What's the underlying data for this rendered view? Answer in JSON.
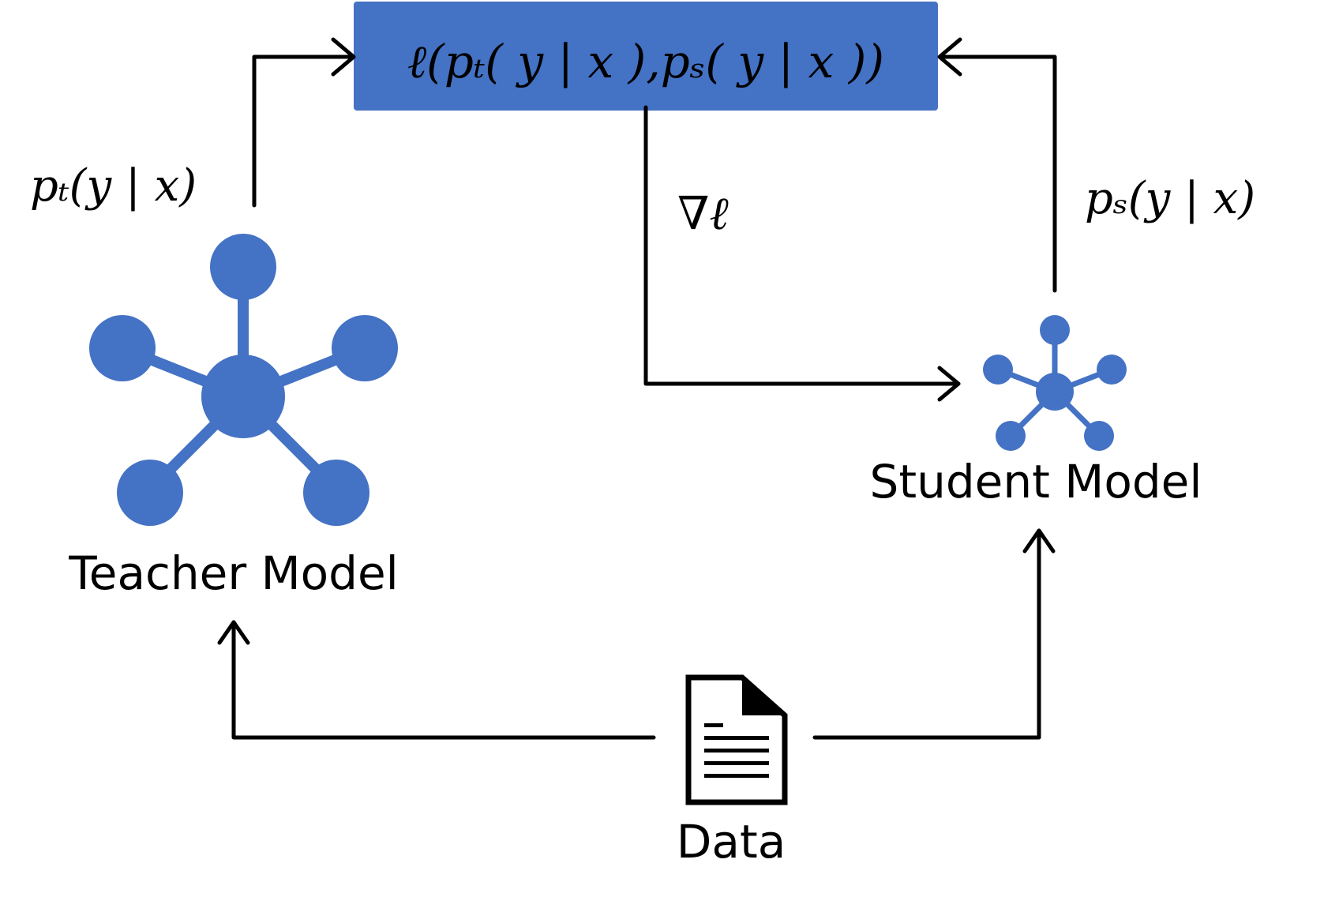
{
  "loss_box": {
    "expression": "ℓ(pₜ( y | x ),pₛ( y | x ))",
    "fill_color": "#4472C4"
  },
  "teacher": {
    "label": "Teacher Model",
    "output": "pₜ(y | x)",
    "icon": "network-node-icon",
    "color": "#4472C4"
  },
  "student": {
    "label": "Student Model",
    "output": "pₛ(y | x)",
    "icon": "network-node-icon",
    "color": "#4472C4"
  },
  "gradient": {
    "label": "∇ℓ"
  },
  "data": {
    "label": "Data",
    "icon": "document-icon"
  }
}
